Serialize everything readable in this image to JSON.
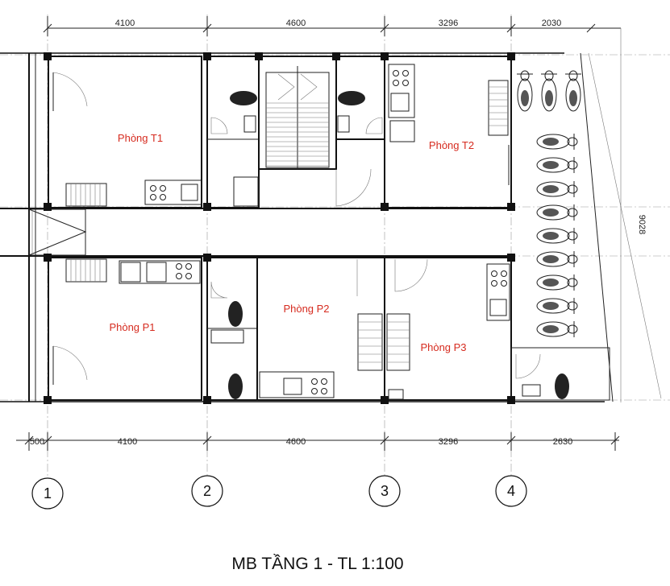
{
  "drawing": {
    "title": "MB TẦNG 1 - TL 1:100",
    "top_dimensions": [
      "4100",
      "4600",
      "3296",
      "2030"
    ],
    "bottom_dimensions": [
      "500",
      "4100",
      "4600",
      "3296",
      "2630"
    ],
    "side_dimension": "9028",
    "axes": [
      "1",
      "2",
      "3",
      "4"
    ],
    "rooms": {
      "t1": "Phòng T1",
      "t2": "Phòng T2",
      "p1": "Phòng P1",
      "p2": "Phòng P2",
      "p3": "Phòng P3"
    },
    "colors": {
      "room_label": "#d62b1f",
      "line": "#111111"
    }
  }
}
